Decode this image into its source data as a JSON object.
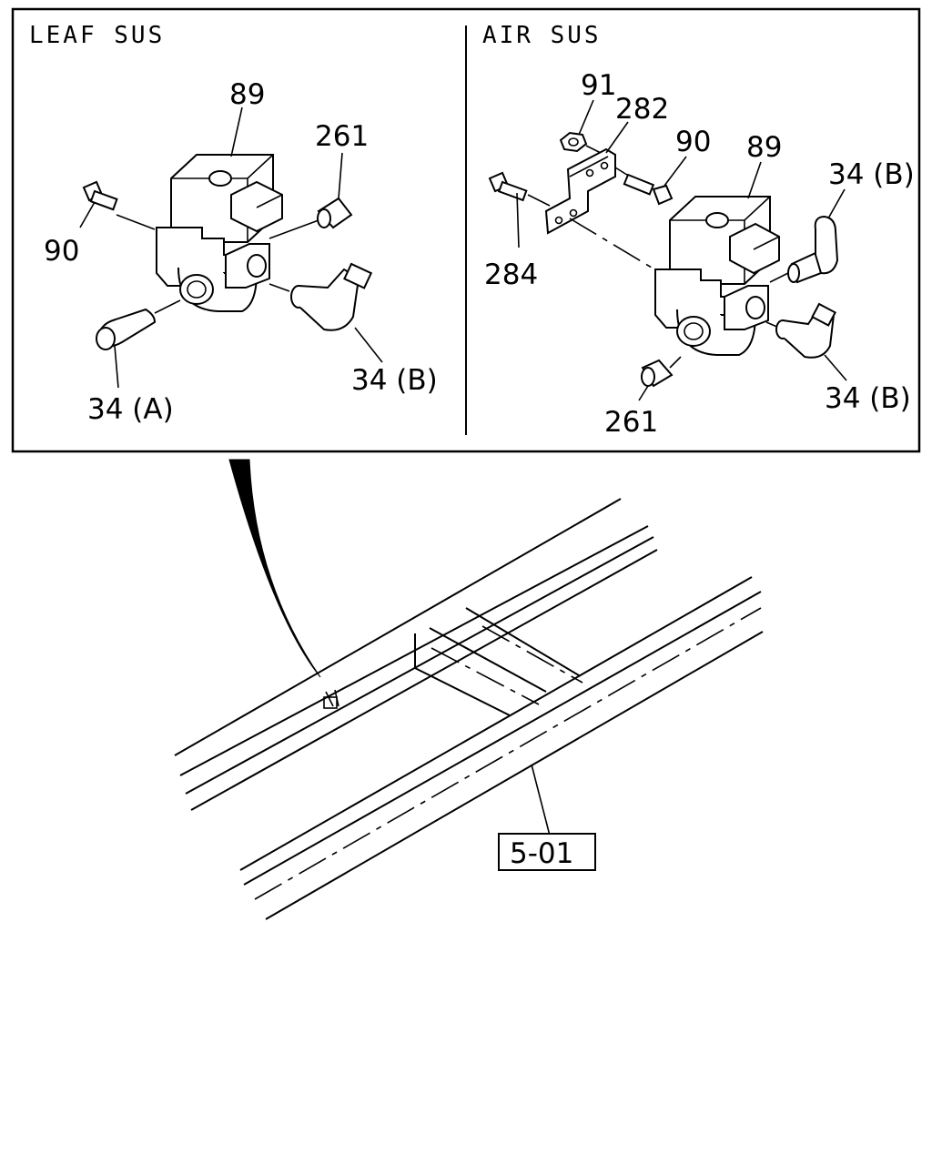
{
  "panels": {
    "leaf": {
      "title": "LEAF SUS",
      "callouts": {
        "valve": "89",
        "plug": "261",
        "bolt": "90",
        "fitting_a": "34 (A)",
        "fitting_b": "34 (B)"
      }
    },
    "air": {
      "title": "AIR SUS",
      "callouts": {
        "nut": "91",
        "bracket": "282",
        "bolt_top": "90",
        "valve": "89",
        "elbow_top": "34 (B)",
        "bolt_left": "284",
        "plug": "261",
        "elbow_bottom": "34 (B)"
      }
    }
  },
  "frame": {
    "reference": "5-01"
  }
}
